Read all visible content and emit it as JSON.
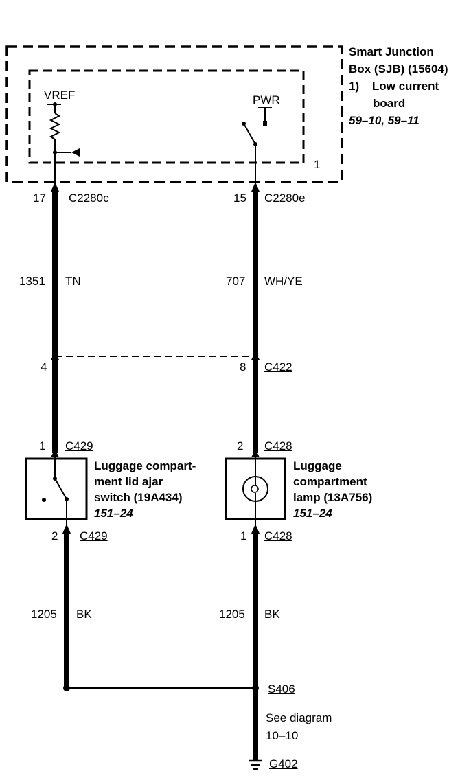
{
  "sjb": {
    "title_line1": "Smart Junction",
    "title_line2": "Box (SJB) (15604)",
    "sub_num": "1)",
    "sub_line1": "Low current",
    "sub_line2": "board",
    "ref": "59–10, 59–11",
    "inner_ref": "1",
    "vref_label": "VREF",
    "pwr_label": "PWR"
  },
  "left": {
    "c2280c_pin": "17",
    "c2280c": "C2280c",
    "circuit": "1351",
    "color": "TN",
    "c422_pin": "4",
    "c429_top_pin": "1",
    "c429_top": "C429",
    "switch_line1": "Luggage compart-",
    "switch_line2": "ment lid ajar",
    "switch_line3": "switch (19A434)",
    "switch_ref": "151–24",
    "c429_bot_pin": "2",
    "c429_bot": "C429",
    "gnd_circuit": "1205",
    "gnd_color": "BK"
  },
  "right": {
    "c2280e_pin": "15",
    "c2280e": "C2280e",
    "circuit": "707",
    "color": "WH/YE",
    "c422_pin": "8",
    "c422": "C422",
    "c428_top_pin": "2",
    "c428_top": "C428",
    "lamp_line1": "Luggage",
    "lamp_line2": "compartment",
    "lamp_line3": "lamp (13A756)",
    "lamp_ref": "151–24",
    "c428_bot_pin": "1",
    "c428_bot": "C428",
    "gnd_circuit": "1205",
    "gnd_color": "BK"
  },
  "ground": {
    "splice": "S406",
    "see_line1": "See diagram",
    "see_line2": "10–10",
    "ground_id": "G402"
  }
}
